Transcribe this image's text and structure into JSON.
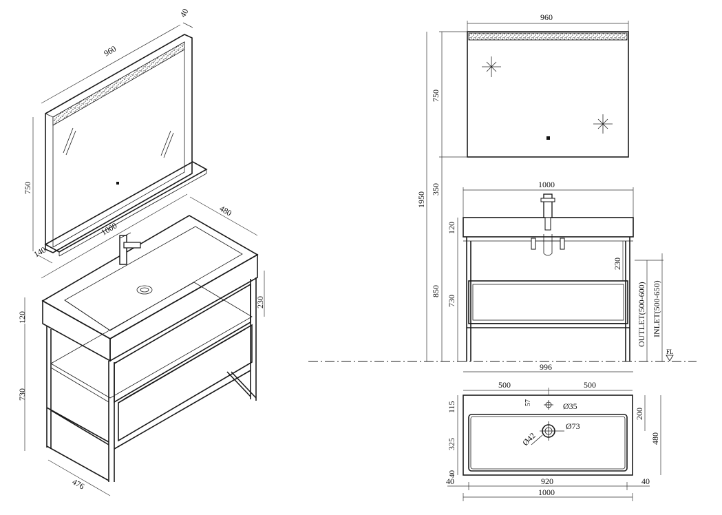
{
  "iso": {
    "mirror_width": "960",
    "mirror_depth": "40",
    "mirror_height": "750",
    "shelf_depth": "140",
    "top_width": "1000",
    "top_depth": "480",
    "top_height": "120",
    "drawer_height": "230",
    "frame_height": "730",
    "frame_depth": "476"
  },
  "front": {
    "mirror_width": "960",
    "mirror_height": "750",
    "total_height": "1950",
    "gap_height": "350",
    "top_width": "1000",
    "top_height": "120",
    "drawer_height": "230",
    "counter_height": "850",
    "frame_height": "730",
    "outlet": "OUTLET(500-600)",
    "inlet": "INLET(500-650)",
    "floor": "FL",
    "base_width": "996"
  },
  "plan": {
    "half_left": "500",
    "half_right": "500",
    "tap_offset": "57",
    "tap_hole": "Ø35",
    "drain": "Ø73",
    "drain_inner": "Ø42",
    "top_margin": "115",
    "bowl_depth": "325",
    "bottom_margin": "40",
    "side_depth": "200",
    "total_depth": "480",
    "left_margin": "40",
    "bowl_width": "920",
    "right_margin": "40",
    "total_width": "1000"
  }
}
